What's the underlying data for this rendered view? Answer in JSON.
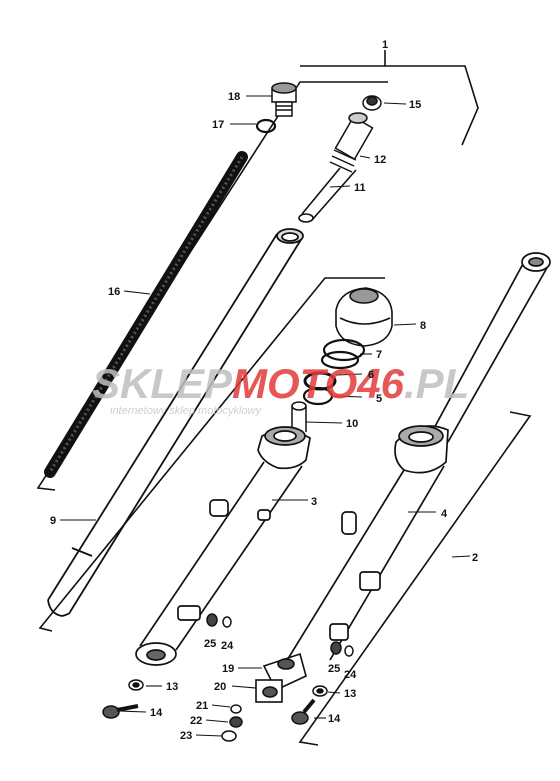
{
  "watermark": {
    "brand_part1": "SKLEP",
    "brand_part2": "MOTO",
    "brand_part3": "46",
    "brand_part4": ".PL",
    "tagline": "internetowy sklep motocyklowy",
    "accent_color": "#e23a3a",
    "base_color": "#bfbfbf"
  },
  "callouts": {
    "c1": "1",
    "c2": "2",
    "c3": "3",
    "c4": "4",
    "c5": "5",
    "c6": "6",
    "c7": "7",
    "c8": "8",
    "c9": "9",
    "c10": "10",
    "c11": "11",
    "c12": "12",
    "c13a": "13",
    "c13b": "13",
    "c14a": "14",
    "c14b": "14",
    "c15": "15",
    "c16": "16",
    "c17": "17",
    "c18": "18",
    "c19": "19",
    "c20": "20",
    "c21": "21",
    "c22": "22",
    "c23": "23",
    "c24a": "24",
    "c24b": "24",
    "c25a": "25",
    "c25b": "25"
  }
}
